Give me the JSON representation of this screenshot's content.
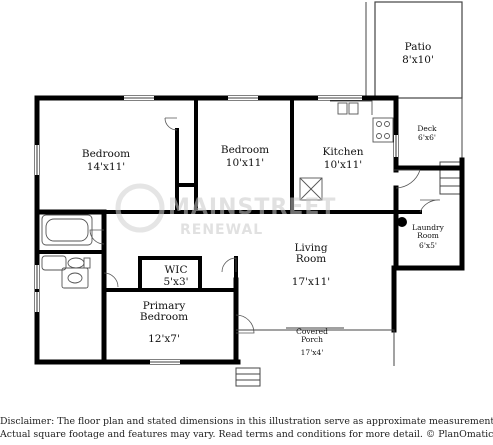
{
  "rooms": {
    "patio": {
      "name": "Patio",
      "dims": "8'x10'"
    },
    "bedroom_1": {
      "name": "Bedroom",
      "dims": "14'x11'"
    },
    "bedroom_2": {
      "name": "Bedroom",
      "dims": "10'x11'"
    },
    "kitchen": {
      "name": "Kitchen",
      "dims": "10'x11'"
    },
    "deck": {
      "name": "Deck",
      "dims": "6'x6'"
    },
    "laundry": {
      "name": "Laundry Room",
      "dims": "6'x5'"
    },
    "living": {
      "name": "Living Room",
      "dims": "17'x11'"
    },
    "wic": {
      "name": "WIC",
      "dims": "5'x3'"
    },
    "primary": {
      "name": "Primary Bedroom",
      "dims": "12'x7'"
    },
    "porch": {
      "name": "Covered Porch",
      "dims": "17'x4'"
    }
  },
  "watermark": {
    "line1": "MAINSTREET",
    "line2": "RENEWAL"
  },
  "disclaimer": {
    "line1": "Disclaimer: The floor plan and stated dimensions in this illustration serve as approximate measurements.",
    "line2": "Actual square footage and features may vary. Read terms and conditions for more detail. © PlanOmatic"
  }
}
